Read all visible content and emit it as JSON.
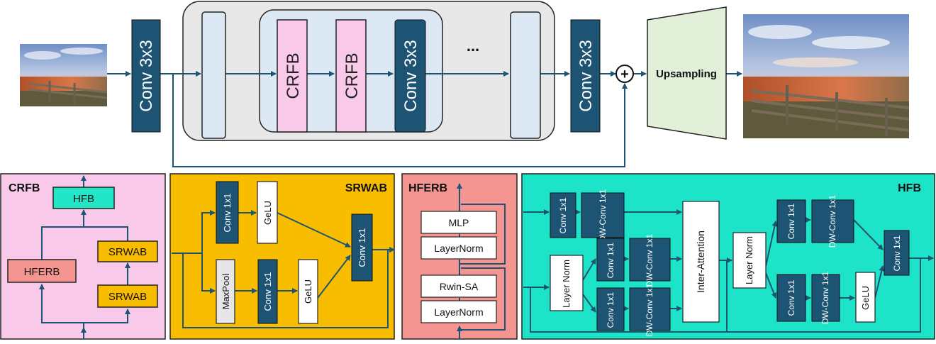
{
  "top": {
    "conv_in": "Conv 3x3",
    "crfb_1": "CRFB",
    "crfb_2": "CRFB",
    "conv_inner": "Conv 3x3",
    "ellipsis": "...",
    "conv_out": "Conv 3x3",
    "plus_symbol": "+",
    "upsampling": "Upsampling"
  },
  "crfb_panel": {
    "title": "CRFB",
    "hfb": "HFB",
    "hferb": "HFERB",
    "srwab_top": "SRWAB",
    "srwab_bottom": "SRWAB"
  },
  "srwab_panel": {
    "title": "SRWAB",
    "conv_a": "Conv 1x1",
    "gelu_a": "GeLU",
    "maxpool": "MaxPool",
    "conv_b": "Conv 1x1",
    "gelu_b": "GeLU",
    "conv_out": "Conv 1x1"
  },
  "hferb_panel": {
    "title": "HFERB",
    "mlp": "MLP",
    "layernorm_top": "LayerNorm",
    "rwin_sa": "Rwin-SA",
    "layernorm_bottom": "LayerNorm"
  },
  "hfb_panel": {
    "title": "HFB",
    "conv_top": "Conv 1x1",
    "dwconv_top": "DW-Conv 1x1",
    "layer_norm_1": "Layer Norm",
    "conv_mid": "Conv 1x1",
    "dwconv_mid": "DW-Conv 1x1",
    "conv_bot": "Conv 1x1",
    "dwconv_bot": "DW-Conv 1x1",
    "inter_attention": "Inter-Attention",
    "layer_norm_2": "Layer Norm",
    "conv_r1": "Conv 1x1",
    "dwconv_r1": "DW-Conv 1x1",
    "conv_r2": "Conv 1x1",
    "dwconv_r2": "DW-Conv 1x1",
    "gelu": "GeLU",
    "conv_final": "Conv 1x1"
  },
  "colors": {
    "navy": "#1e5473",
    "crfb_pink": "#f9c9ea",
    "srwab_yellow": "#f9bd00",
    "hferb_red": "#f59591",
    "hfb_teal": "#1de3c9",
    "hfb_box": "#22e6c6",
    "upsample_green": "#e2f0d9",
    "outer_gray": "#e8e8e8",
    "inner_blue": "#dde8f5"
  }
}
